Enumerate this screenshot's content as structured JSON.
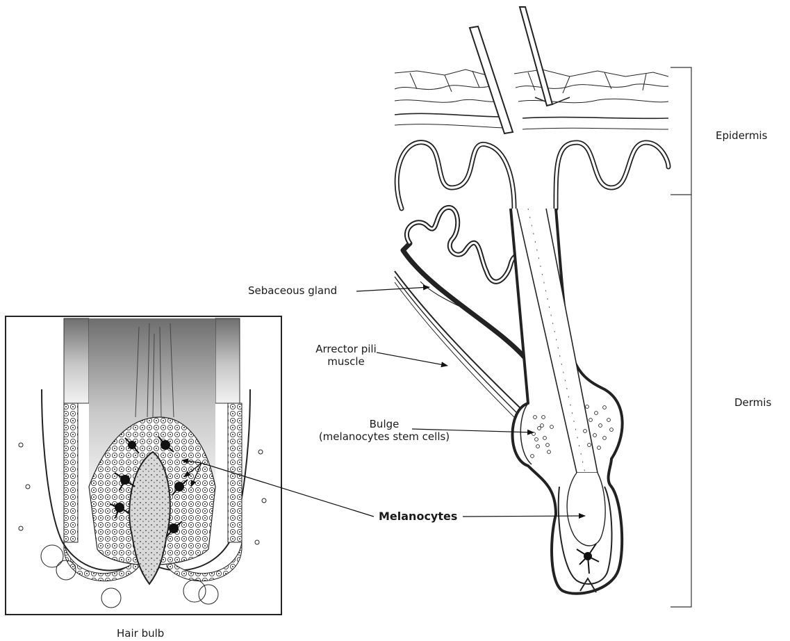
{
  "labels": {
    "epidermis": "Epidermis",
    "dermis": "Dermis",
    "sebaceous_gland": "Sebaceous gland",
    "arrector_line1": "Arrector pili",
    "arrector_line2": "muscle",
    "bulge_line1": "Bulge",
    "bulge_line2": "(melanocytes stem cells)",
    "melanocytes": "Melanocytes",
    "hair_bulb": "Hair bulb"
  },
  "colors": {
    "ink": "#1a1a1a",
    "tissue_gray": "#9a9a9a",
    "gradient_dark": "#6e6e6e",
    "gradient_light": "#f2f2f2"
  }
}
